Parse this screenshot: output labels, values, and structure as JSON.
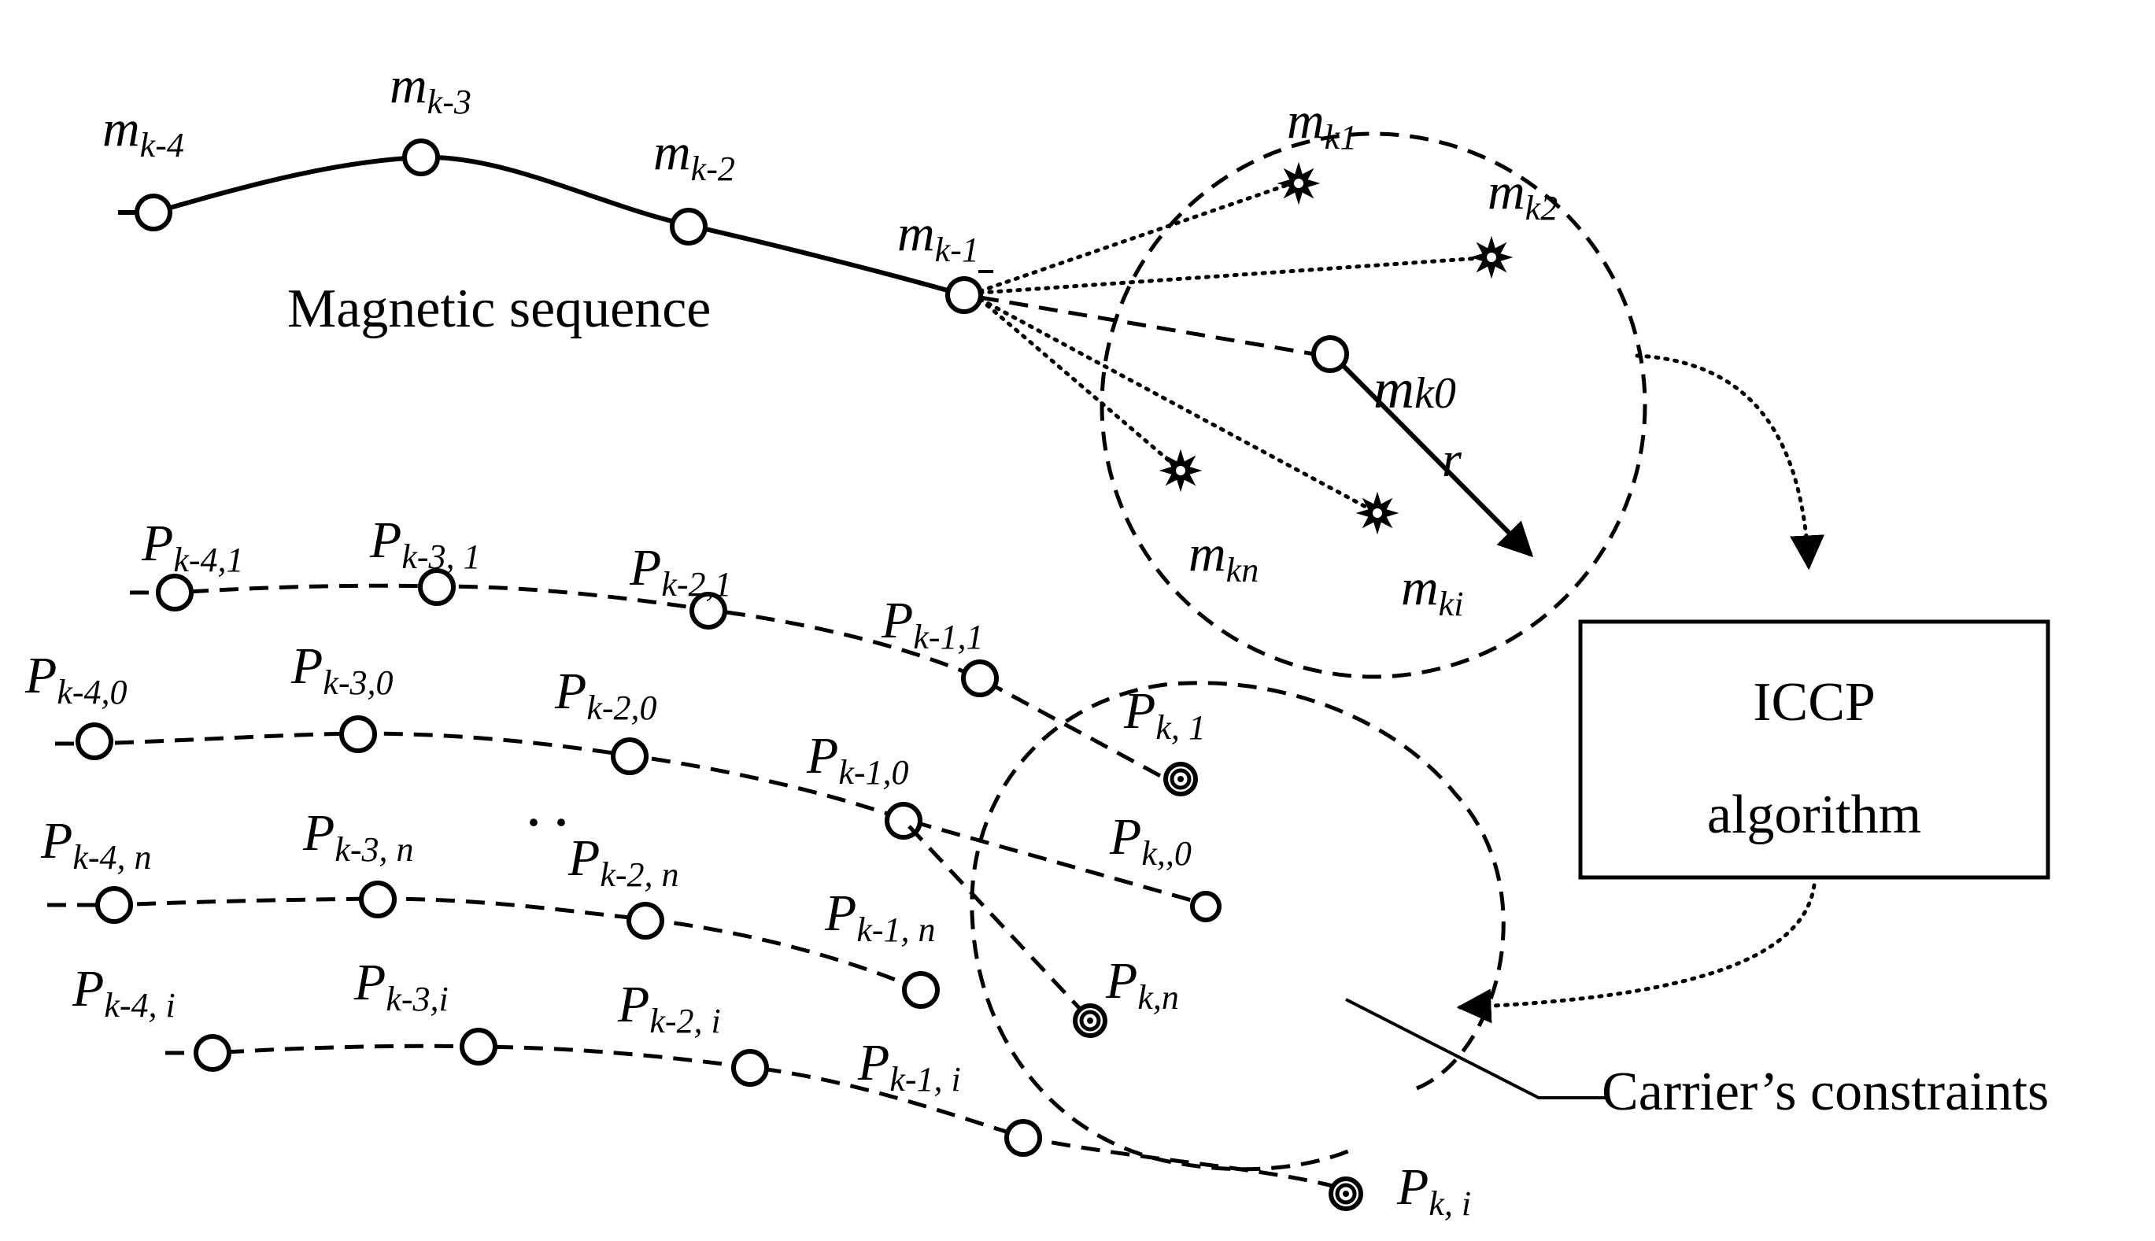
{
  "magnetic": {
    "sequence_label": "Magnetic sequence",
    "m_k4": {
      "base": "m",
      "sub": "k-4"
    },
    "m_k3": {
      "base": "m",
      "sub": "k-3"
    },
    "m_k2": {
      "base": "m",
      "sub": "k-2"
    },
    "m_k1": {
      "base": "m",
      "sub": "k-1"
    },
    "m_k_1": {
      "base": "m",
      "sub": "k1"
    },
    "m_k_2": {
      "base": "m",
      "sub": "k2"
    },
    "m_k0": {
      "base": "m",
      "sub": "k0"
    },
    "m_kn": {
      "base": "m",
      "sub": "kn"
    },
    "m_ki": {
      "base": "m",
      "sub": "ki"
    },
    "radius_label": "r"
  },
  "icp_box": {
    "line1": "ICCP",
    "line2": "algorithm"
  },
  "constraint_label": "Carrier’s constraints",
  "ellipsis": "· ·",
  "paths": {
    "row1": [
      {
        "base": "P",
        "sub": "k-4,1"
      },
      {
        "base": "P",
        "sub": "k-3, 1"
      },
      {
        "base": "P",
        "sub": "k-2,1"
      },
      {
        "base": "P",
        "sub": "k-1,1"
      },
      {
        "base": "P",
        "sub": "k, 1"
      }
    ],
    "row0": [
      {
        "base": "P",
        "sub": "k-4,0"
      },
      {
        "base": "P",
        "sub": "k-3,0"
      },
      {
        "base": "P",
        "sub": "k-2,0"
      },
      {
        "base": "P",
        "sub": "k-1,0"
      },
      {
        "base": "P",
        "sub": "k,,0"
      }
    ],
    "rown": [
      {
        "base": "P",
        "sub": "k-4, n"
      },
      {
        "base": "P",
        "sub": "k-3, n"
      },
      {
        "base": "P",
        "sub": "k-2, n"
      },
      {
        "base": "P",
        "sub": "k-1, n"
      },
      {
        "base": "P",
        "sub": "k,n"
      }
    ],
    "rowi": [
      {
        "base": "P",
        "sub": "k-4, i"
      },
      {
        "base": "P",
        "sub": "k-3,i"
      },
      {
        "base": "P",
        "sub": "k-2, i"
      },
      {
        "base": "P",
        "sub": "k-1, i"
      },
      {
        "base": "P",
        "sub": "k, i"
      }
    ]
  }
}
